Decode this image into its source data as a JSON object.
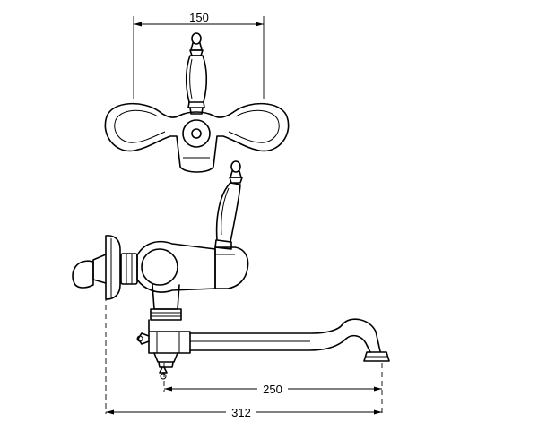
{
  "dimensions": {
    "top_width": "150",
    "spout_reach": "250",
    "overall_depth": "312"
  }
}
